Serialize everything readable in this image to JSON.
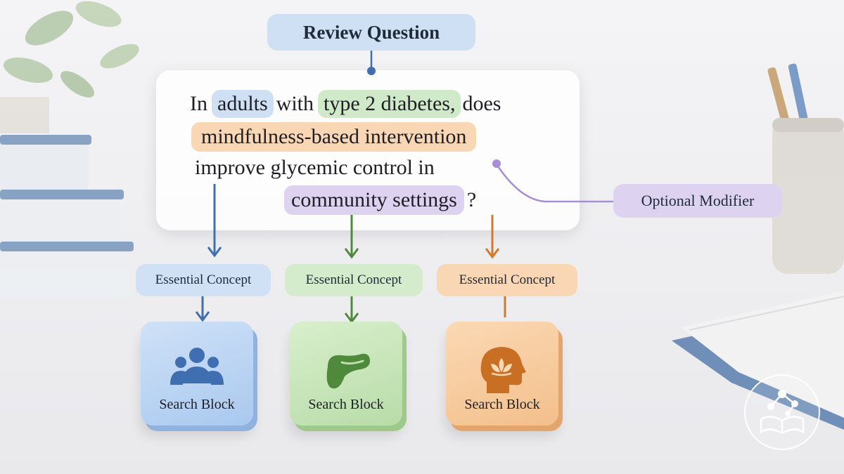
{
  "header": {
    "title": "Review Question"
  },
  "question": {
    "line1": {
      "pre": "In",
      "population": "adults",
      "mid": "with",
      "condition": "type 2 diabetes,",
      "post": "does"
    },
    "line2": {
      "intervention": "mindfulness-based intervention"
    },
    "line3": {
      "text": "improve glycemic control in"
    },
    "line4": {
      "setting": "community settings",
      "post": "?"
    }
  },
  "modifier": {
    "label": "Optional Modifier"
  },
  "concepts": [
    {
      "label": "Essential Concept",
      "color": "#3f6fb1"
    },
    {
      "label": "Essential Concept",
      "color": "#4f8a3c"
    },
    {
      "label": "Essential Concept",
      "color": "#d07a2e"
    }
  ],
  "blocks": [
    {
      "label": "Search Block",
      "icon": "people-group-icon"
    },
    {
      "label": "Search Block",
      "icon": "pancreas-icon"
    },
    {
      "label": "Search Block",
      "icon": "head-lotus-icon"
    }
  ],
  "colors": {
    "blue": "#3f6fb1",
    "green": "#4f8a3c",
    "orange": "#d07a2e",
    "purple": "#a68fd6"
  }
}
